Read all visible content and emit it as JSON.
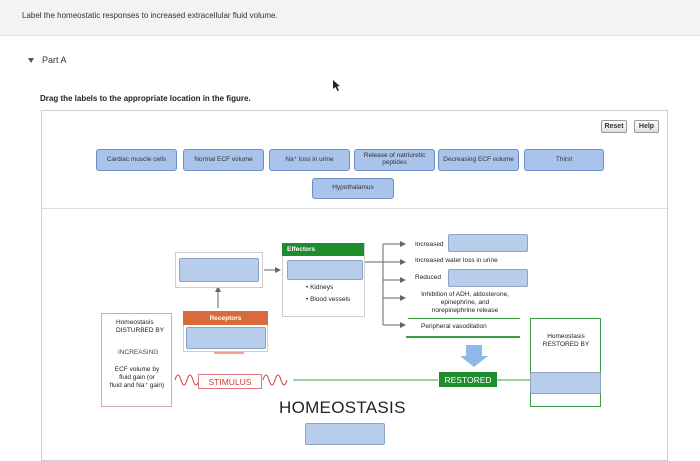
{
  "header": {
    "instruction": "Label the homeostatic responses to increased extracellular fluid volume."
  },
  "part": {
    "label": "Part A"
  },
  "prompt": "Drag the labels to the appropriate location in the figure.",
  "toolbar": {
    "reset_label": "Reset",
    "help_label": "Help"
  },
  "label_bank": [
    "Cardiac muscle cells",
    "Normal ECF volume",
    "Na⁺ loss in urine",
    "Release of natriuretic peptides",
    "Decreasing ECF volume",
    "Thirst",
    "Hypothalamus"
  ],
  "diagram": {
    "effectors_header": "Effectors",
    "effectors_items": [
      "• Kidneys",
      "• Blood vessels"
    ],
    "receptors_header": "Receptors",
    "disturbed": {
      "title": "Homeostasis\nDISTURBED BY",
      "increasing": "INCREASING",
      "cause": "ECF volume by\nfluid gain (or\nfluid and Na⁺ gain)"
    },
    "responses": [
      "Increased",
      "Increased water loss in urine",
      "Reduced",
      "Inhibition of ADH, aldosterone,\nepinephrine, and\nnorepinephrine release",
      "Peripheral vasodilation"
    ],
    "restored_box": "Homeostasis\nRESTORED BY",
    "stimulus_label": "STIMULUS",
    "restored_label": "RESTORED",
    "title": "HOMEOSTASIS"
  },
  "colors": {
    "chip": "#a9c3ea",
    "effectors": "#1f8c2d",
    "receptors": "#d86a3b",
    "stimulus": "#d43a3a",
    "restored": "#1f8c2d",
    "pink": "#f3c2c2"
  }
}
